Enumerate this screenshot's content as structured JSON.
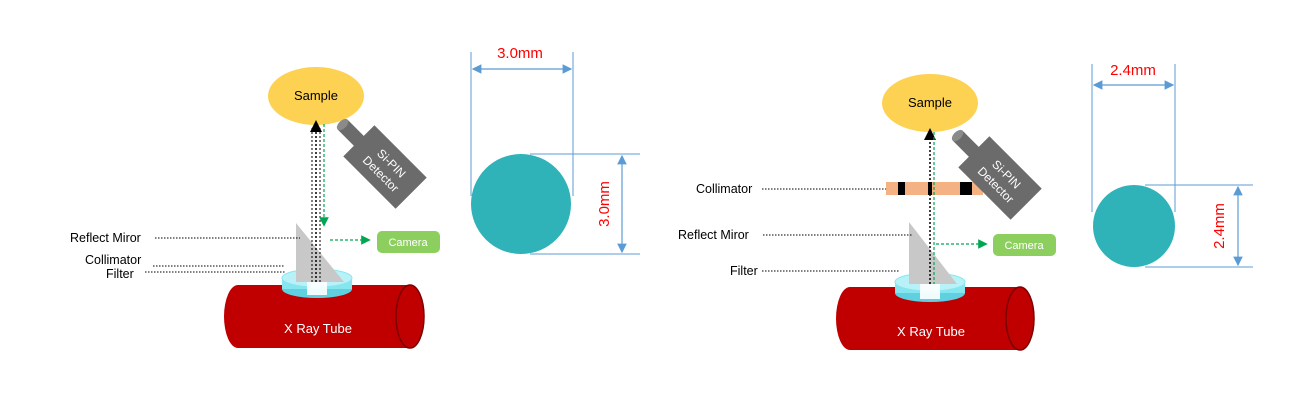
{
  "left": {
    "sample": "Sample",
    "detector_line1": "Si-PIN",
    "detector_line2": "Detector",
    "camera": "Camera",
    "xray_tube": "X Ray Tube",
    "reflect_mirror": "Reflect Miror",
    "collimator": "Collimator",
    "filter": "Filter",
    "width_dim": "3.0mm",
    "height_dim": "3.0mm"
  },
  "right": {
    "sample": "Sample",
    "detector_line1": "Si-PIN",
    "detector_line2": "Detector",
    "camera": "Camera",
    "xray_tube": "X Ray Tube",
    "reflect_mirror": "Reflect Miror",
    "collimator": "Collimator",
    "filter": "Filter",
    "width_dim": "2.4mm",
    "height_dim": "2.4mm"
  },
  "colors": {
    "sample": "#fdd253",
    "detector": "#6b6b6b",
    "camera": "#8dcf5f",
    "tube": "#c00000",
    "filter": "#86e6f0",
    "spot": "#2fb3b8",
    "dimension_line": "#5b9bd5",
    "dimension_text": "#ff0000",
    "beam_green": "#00a650",
    "collimator_bar": "#f4b183"
  }
}
